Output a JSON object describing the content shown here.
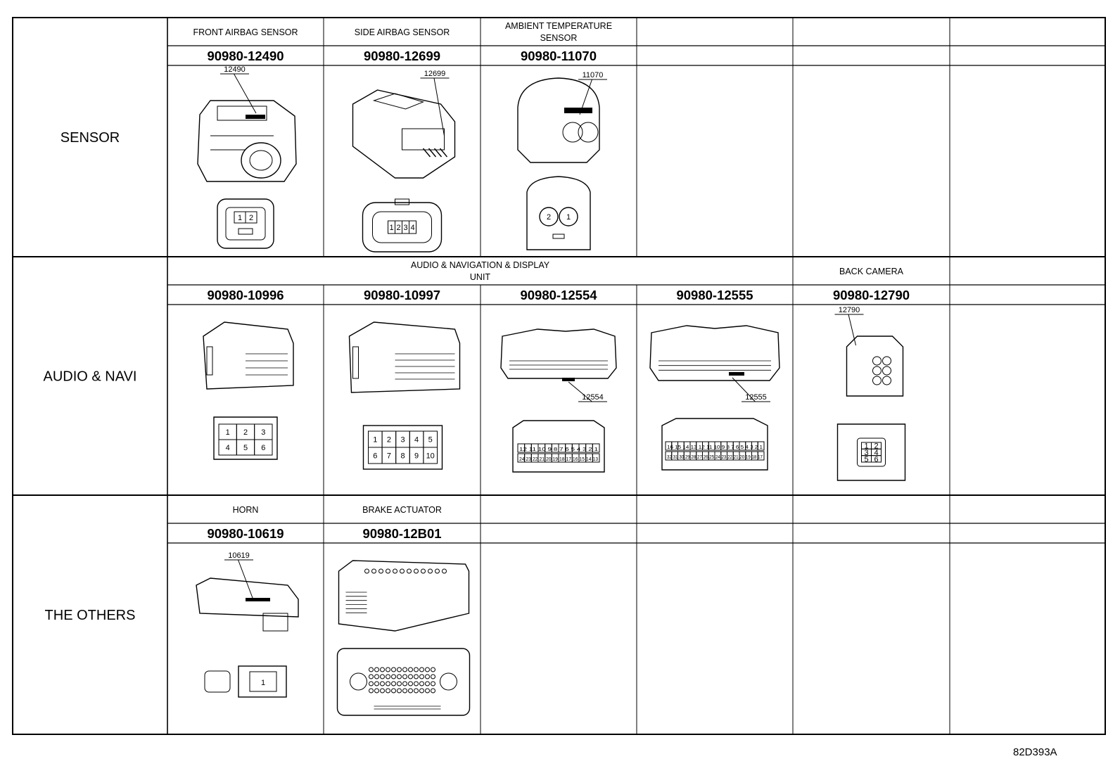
{
  "rows": [
    {
      "category": "SENSOR",
      "labels": [
        {
          "text": "FRONT AIRBAG SENSOR",
          "col": 1,
          "span": 1
        },
        {
          "text": "SIDE AIRBAG SENSOR",
          "col": 2,
          "span": 1
        },
        {
          "text": "AMBIENT TEMPERATURE",
          "text2": "SENSOR",
          "col": 3,
          "span": 1
        }
      ],
      "parts": [
        {
          "col": 1,
          "number": "90980-12490",
          "code": "12490",
          "pins": [
            "1",
            "2"
          ]
        },
        {
          "col": 2,
          "number": "90980-12699",
          "code": "12699",
          "pins": [
            "1",
            "2",
            "3",
            "4"
          ]
        },
        {
          "col": 3,
          "number": "90980-11070",
          "code": "11070",
          "pins": [
            "2",
            "1"
          ]
        }
      ]
    },
    {
      "category": "AUDIO & NAVI",
      "labels": [
        {
          "text": "AUDIO & NAVIGATION & DISPLAY",
          "text2": "UNIT",
          "col": 1,
          "span": 4
        },
        {
          "text": "BACK CAMERA",
          "col": 5,
          "span": 1
        }
      ],
      "parts": [
        {
          "col": 1,
          "number": "90980-10996",
          "pins": [
            "1",
            "2",
            "3",
            "4",
            "5",
            "6"
          ]
        },
        {
          "col": 2,
          "number": "90980-10997",
          "pins": [
            "1",
            "2",
            "3",
            "4",
            "5",
            "6",
            "7",
            "8",
            "9",
            "10"
          ]
        },
        {
          "col": 3,
          "number": "90980-12554",
          "code": "12554",
          "pins_top": "12 11 10 9 8 7 6 5 4 3 2 1",
          "pins_bottom": "24 23 22 21 20 19 18 17 16 15 14 13"
        },
        {
          "col": 4,
          "number": "90980-12555",
          "code": "12555",
          "pins_top": "16 15 14 13 12 11 10 9 8 7 6 5 4 3 2 1",
          "pins_bottom": "32 31 30 29 28 27 26 25 24 23 22 21 20 19 18 17"
        },
        {
          "col": 5,
          "number": "90980-12790",
          "code": "12790",
          "pins": [
            "1",
            "2",
            "3",
            "4",
            "5",
            "6"
          ]
        }
      ]
    },
    {
      "category": "THE OTHERS",
      "labels": [
        {
          "text": "HORN",
          "col": 1,
          "span": 1
        },
        {
          "text": "BRAKE ACTUATOR",
          "col": 2,
          "span": 1
        }
      ],
      "parts": [
        {
          "col": 1,
          "number": "90980-10619",
          "code": "10619",
          "pins": [
            "1"
          ]
        },
        {
          "col": 2,
          "number": "90980-12B01"
        }
      ]
    }
  ],
  "document_id": "82D393A"
}
